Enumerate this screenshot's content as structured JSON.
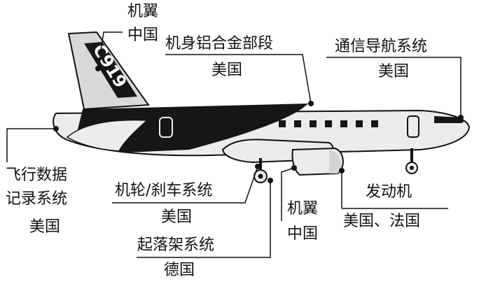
{
  "colors": {
    "ink": "#111111",
    "fuselage_dark": "#161616",
    "fuselage_light": "#ececec",
    "tail": "#d9d9d9",
    "window": "#161616",
    "engine": "#d4d4d4",
    "background": "#ffffff"
  },
  "tail_livery": "C919",
  "components": {
    "wing_top": {
      "part": "机翼",
      "country": "中国"
    },
    "fuselage": {
      "part": "机身铝合金部段",
      "country": "美国"
    },
    "avionics": {
      "part": "通信导航系统",
      "country": "美国"
    },
    "flight_recorder": {
      "part_line1": "飞行数据",
      "part_line2": "记录系统",
      "country": "美国"
    },
    "brakes": {
      "part": "机轮/刹车系统",
      "country": "美国"
    },
    "landing_gear": {
      "part": "起落架系统",
      "country": "德国"
    },
    "wing_bottom": {
      "part": "机翼",
      "country": "中国"
    },
    "engine": {
      "part": "发动机",
      "country": "美国、法国"
    }
  }
}
